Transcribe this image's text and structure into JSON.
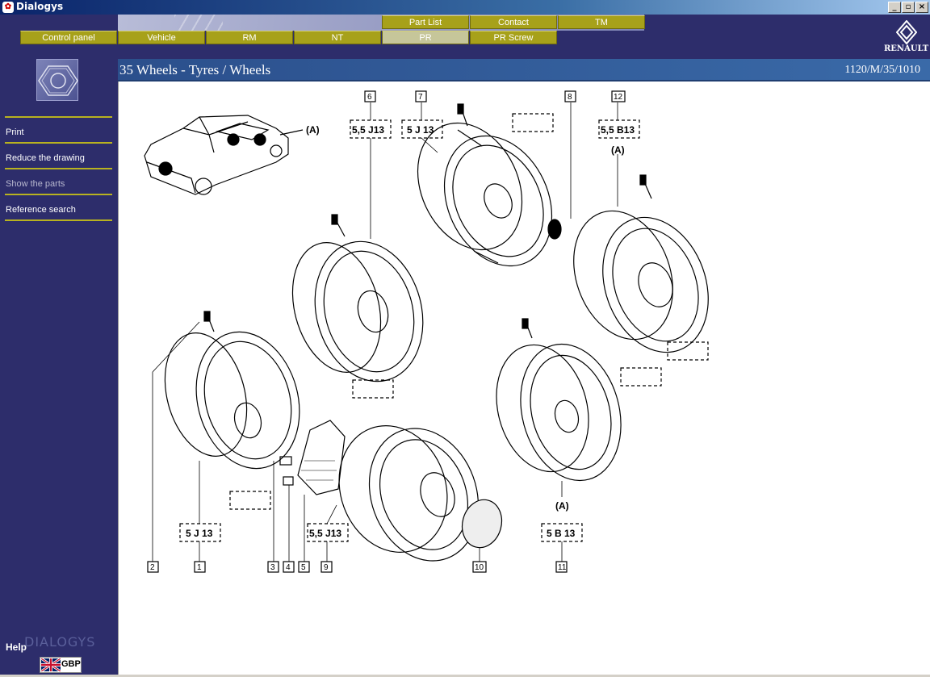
{
  "window": {
    "title": "Dialogys",
    "buttons": {
      "minimize": "_",
      "restore": "▫",
      "close": "×"
    }
  },
  "tabs_top": [
    {
      "label": "Part List"
    },
    {
      "label": "Contact"
    },
    {
      "label": "TM"
    }
  ],
  "tabs_bottom": [
    {
      "label": "Control panel"
    },
    {
      "label": "Vehicle"
    },
    {
      "label": "RM"
    },
    {
      "label": "NT"
    },
    {
      "label": "PR",
      "active": true
    },
    {
      "label": "PR Screw"
    }
  ],
  "brand": {
    "logo_text": "RENAULT"
  },
  "sidebar": {
    "menu": [
      {
        "label": "Print",
        "enabled": true
      },
      {
        "label": "Reduce the drawing",
        "enabled": true
      },
      {
        "label": "Show the parts",
        "enabled": false
      },
      {
        "label": "Reference search",
        "enabled": true
      }
    ],
    "help_label": "Help",
    "watermark": "DIALOGYS",
    "currency": "GBP"
  },
  "content": {
    "title": "35 Wheels - Tyres / Wheels",
    "reference": "1120/M/35/1010"
  },
  "drawing": {
    "variant_marker": "(A)",
    "callouts": [
      "1",
      "2",
      "3",
      "4",
      "5",
      "6",
      "7",
      "8",
      "9",
      "10",
      "11",
      "12"
    ],
    "specs": {
      "spec_6": "5,5 J13",
      "spec_7": "5 J 13",
      "spec_12": "5,5 B13",
      "spec_1": "5 J 13",
      "spec_9": "5,5 J13",
      "spec_11": "5 B 13"
    }
  },
  "colors": {
    "background": "#2d2d6b",
    "tab": "#a7a11a",
    "tab_active": "#c6c69a",
    "header_blue": "#2b4f8c",
    "menu_line": "#b8b220"
  }
}
